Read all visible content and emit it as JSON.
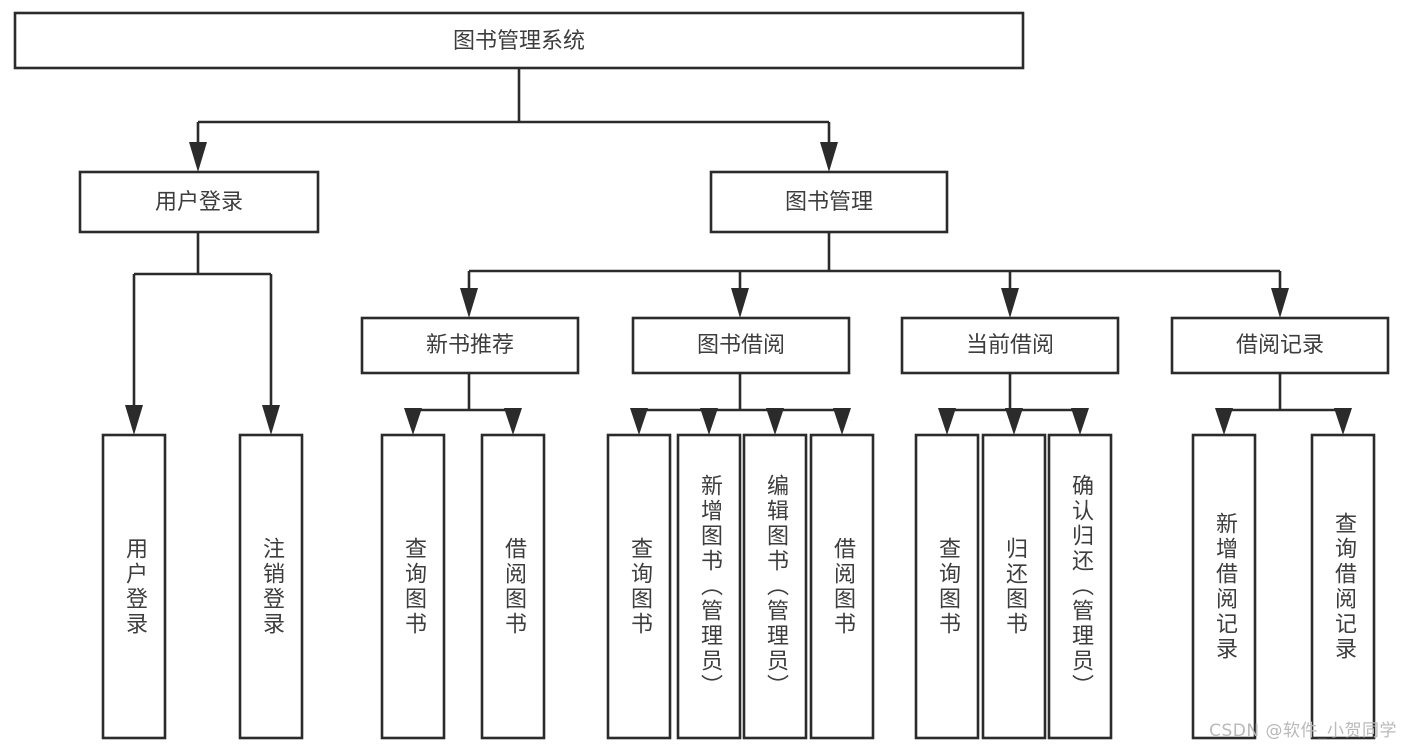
{
  "diagram": {
    "type": "tree-hierarchy-chart",
    "title": "图书管理系统",
    "colors": {
      "box_fill": "#ffffff",
      "box_stroke": "#2b2b2b",
      "text": "#3d3d3d",
      "background": "#ffffff",
      "watermark": "#b9b9b9"
    },
    "root": {
      "label": "图书管理系统"
    },
    "level2": [
      {
        "label": "用户登录"
      },
      {
        "label": "图书管理"
      }
    ],
    "level3": [
      {
        "label": "新书推荐"
      },
      {
        "label": "图书借阅"
      },
      {
        "label": "当前借阅"
      },
      {
        "label": "借阅记录"
      }
    ],
    "leaves": {
      "user_login": [
        {
          "label": "用户登录"
        },
        {
          "label": "注销登录"
        }
      ],
      "new_book_recommend": [
        {
          "label": "查询图书"
        },
        {
          "label": "借阅图书"
        }
      ],
      "book_borrow": [
        {
          "label": "查询图书"
        },
        {
          "label": "新增图书（管理员）"
        },
        {
          "label": "编辑图书（管理员）"
        },
        {
          "label": "借阅图书"
        }
      ],
      "current_borrow": [
        {
          "label": "查询图书"
        },
        {
          "label": "归还图书"
        },
        {
          "label": "确认归还（管理员）"
        }
      ],
      "borrow_records": [
        {
          "label": "新增借阅记录"
        },
        {
          "label": "查询借阅记录"
        }
      ]
    }
  },
  "watermark": {
    "text": "CSDN @软件_小贺同学"
  }
}
